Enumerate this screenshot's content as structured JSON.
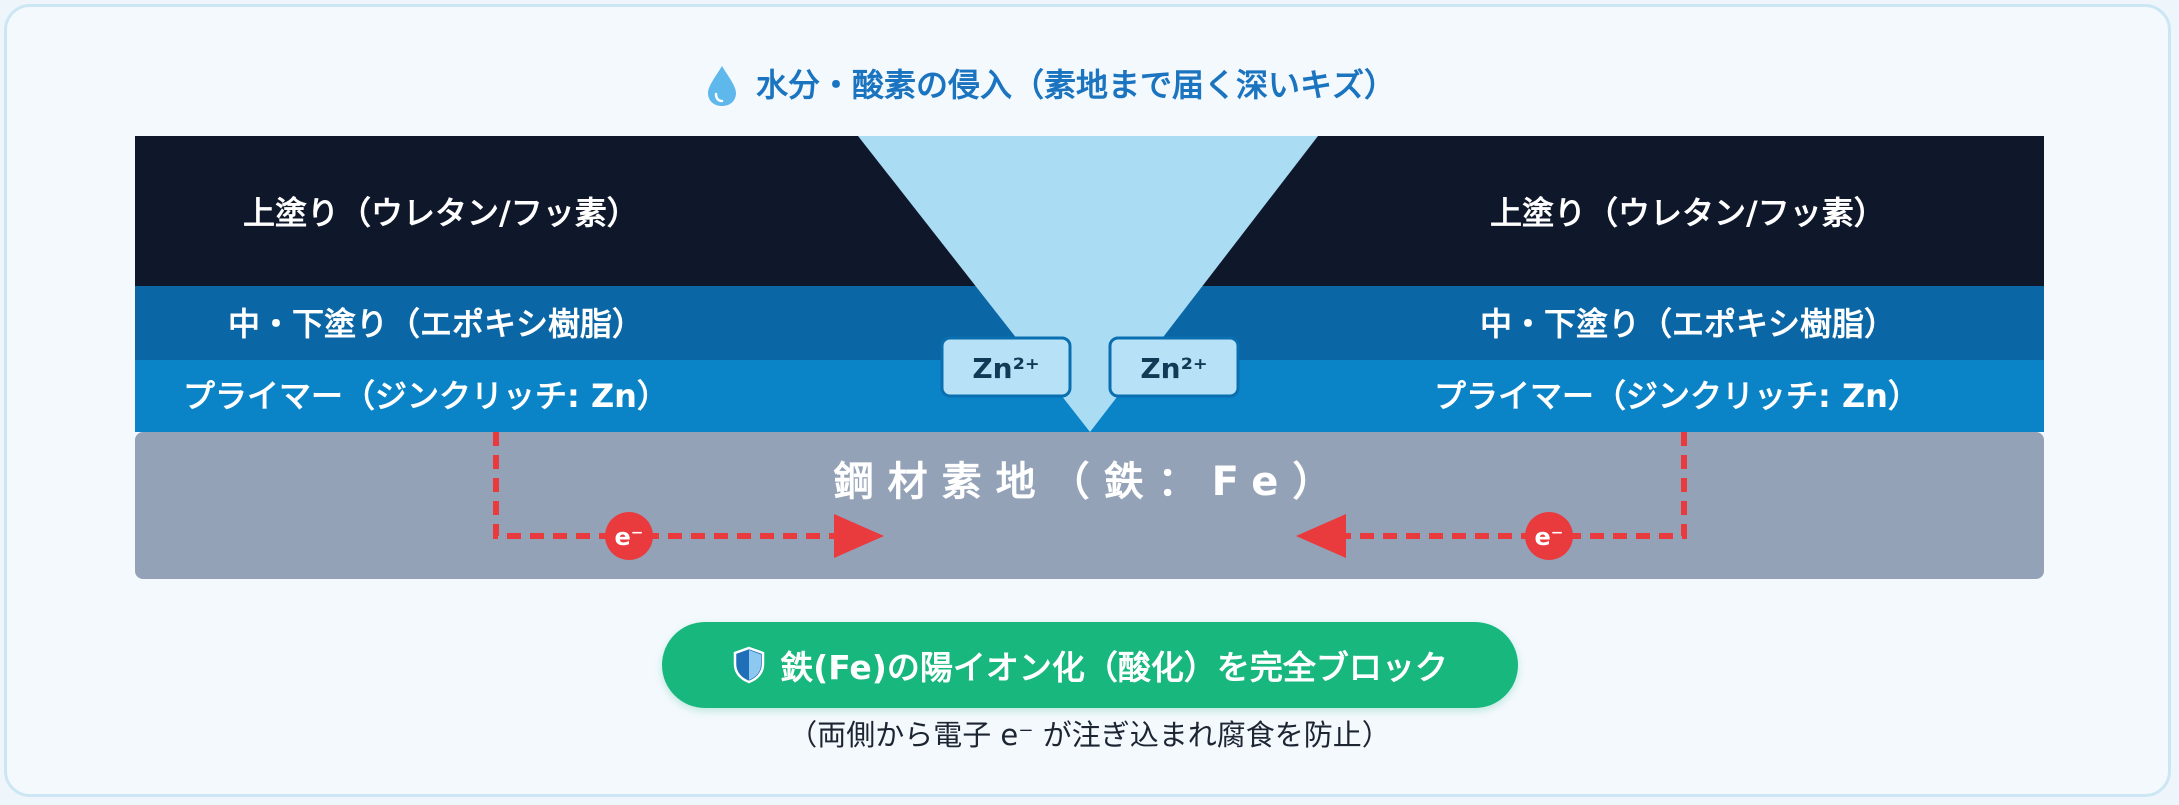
{
  "diagram": {
    "title": "水分・酸素の侵入（素地まで届く深いキズ）",
    "top_coat_left": "上塗り（ウレタン/フッ素）",
    "top_coat_right": "上塗り（ウレタン/フッ素）",
    "mid_coat_left": "中・下塗り（エポキシ樹脂）",
    "mid_coat_right": "中・下塗り（エポキシ樹脂）",
    "primer_left": "プライマー（ジンクリッチ: Zn）",
    "primer_right": "プライマー（ジンクリッチ: Zn）",
    "zinc_ion_left": "Zn²⁺",
    "zinc_ion_right": "Zn²⁺",
    "steel_label": "鋼材素地（鉄：Fe）",
    "electron_left": "e⁻",
    "electron_right": "e⁻",
    "result_label": "鉄(Fe)の陽イオン化（酸化）を完全ブロック",
    "result_note": "（両側から電子 e⁻ が注ぎ込まれ腐食を防止）"
  },
  "colors": {
    "top_coat": "#0f172b",
    "mid_coat": "#0b66a5",
    "primer": "#0a83c7",
    "steel": "#94a2b8",
    "water_wedge": "#aadcf4",
    "electron": "#e93a3e",
    "result": "#17b77e",
    "title": "#1b74bf"
  },
  "icons": {
    "title": "water-drop-icon",
    "result": "shield-icon"
  }
}
